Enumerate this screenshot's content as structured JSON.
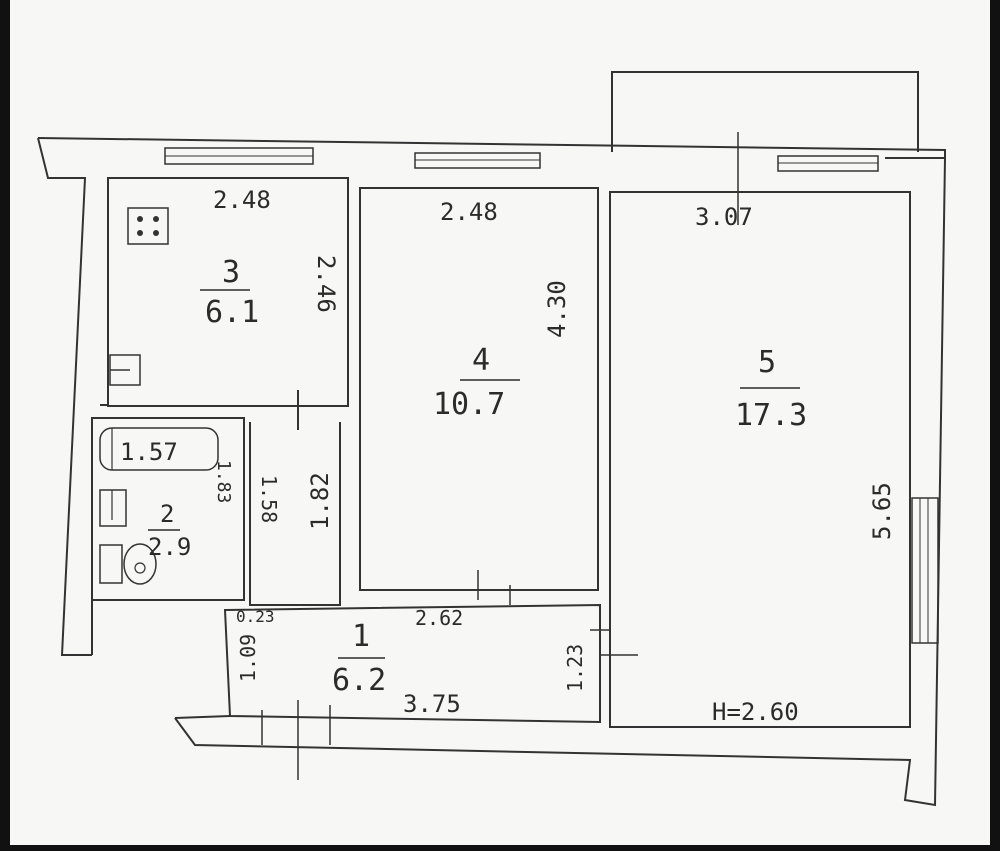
{
  "plan": {
    "ceiling_height": "H=2.60",
    "rooms": [
      {
        "number": "1",
        "area": "6.2"
      },
      {
        "number": "2",
        "area": "2.9"
      },
      {
        "number": "3",
        "area": "6.1"
      },
      {
        "number": "4",
        "area": "10.7"
      },
      {
        "number": "5",
        "area": "17.3"
      }
    ],
    "dimensions": {
      "room3_width": "2.48",
      "room3_depth": "2.46",
      "room4_width": "2.48",
      "room4_depth": "4.30",
      "room5_width": "3.07",
      "room5_depth": "5.65",
      "bath_length": "1.57",
      "bath_d1": "1.83",
      "bath_d2": "1.58",
      "corridor_side": "1.82",
      "hall_width": "2.62",
      "hall_length": "3.75",
      "niche_small": "0.23",
      "entry_depth": "1.09",
      "hall_end": "1.23"
    }
  }
}
